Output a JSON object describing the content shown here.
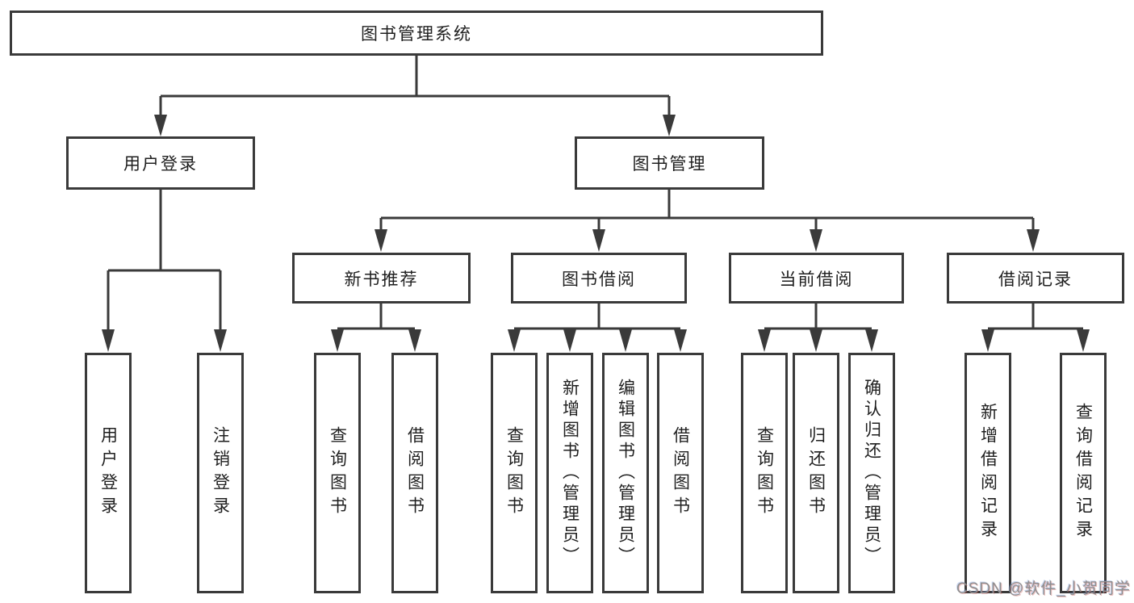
{
  "diagram": {
    "root": {
      "label": "图书管理系统"
    },
    "branches": [
      {
        "label": "用户登录",
        "children": [
          "用户登录",
          "注销登录"
        ]
      },
      {
        "label": "图书管理",
        "groups": [
          {
            "label": "新书推荐",
            "children": [
              "查询图书",
              "借阅图书"
            ]
          },
          {
            "label": "图书借阅",
            "children": [
              "查询图书",
              "新增图书（管理员）",
              "编辑图书（管理员）",
              "借阅图书"
            ]
          },
          {
            "label": "当前借阅",
            "children": [
              "查询图书",
              "归还图书",
              "确认归还（管理员）"
            ]
          },
          {
            "label": "借阅记录",
            "children": [
              "新增借阅记录",
              "查询借阅记录"
            ]
          }
        ]
      }
    ]
  },
  "colors": {
    "line": "#3a3a3a",
    "box_border": "#3a3a3a",
    "box_fill": "#ffffff",
    "text": "#1f1f1f",
    "watermark": "#8f8f8f"
  },
  "watermark": {
    "text": "CSDN @软件_小贺同学"
  }
}
